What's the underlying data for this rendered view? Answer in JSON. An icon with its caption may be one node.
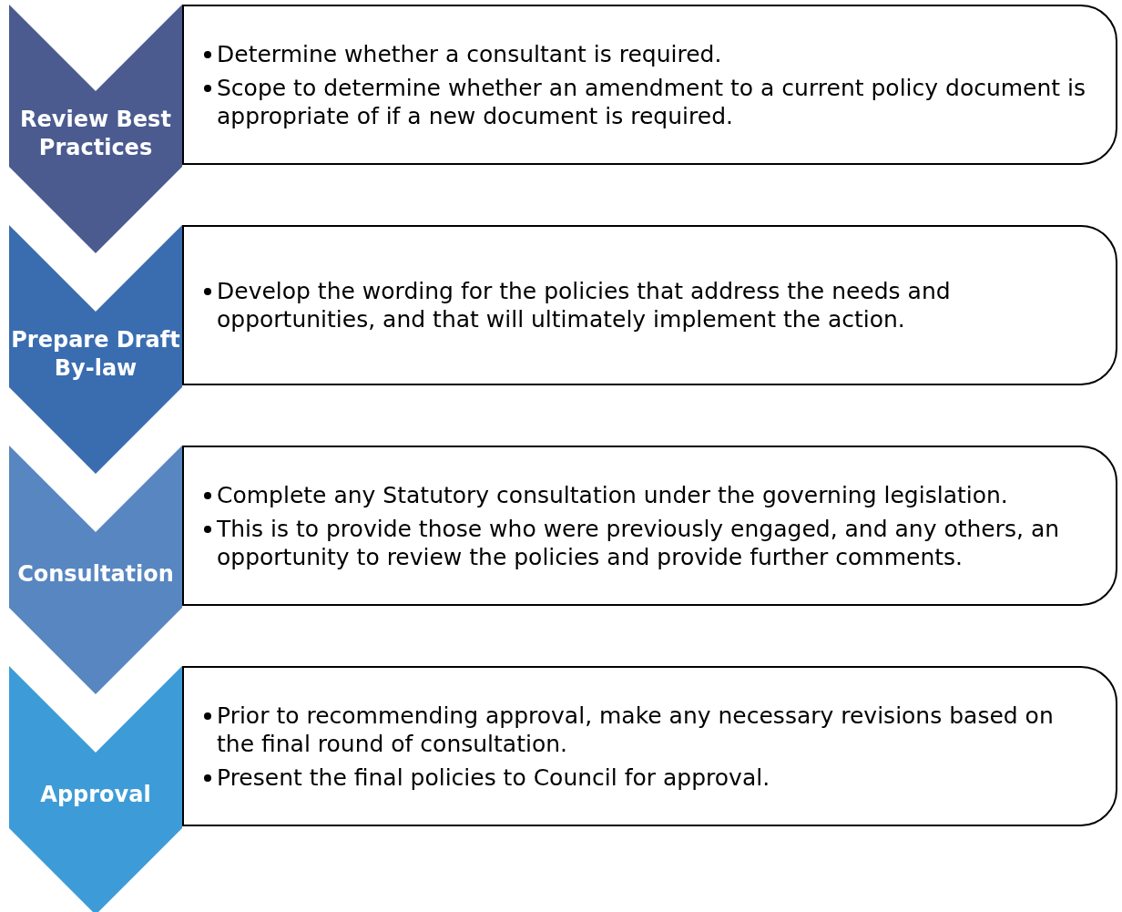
{
  "diagram": {
    "nodes": [
      {
        "text": [
          "Review Best Practices"
        ]
      },
      {
        "text": [
          "Determine whether a consultant is required.",
          "Scope to determine whether an amendment to a current policy document is appropriate of if a new document is required."
        ]
      },
      {
        "text": [
          "Prepare Draft By-law"
        ]
      },
      {
        "text": [
          "Develop the wording for the policies that address the needs and opportunities, and that will ultimately implement the action."
        ]
      },
      {
        "text": [
          "Consultation"
        ]
      },
      {
        "text": [
          "Complete any Statutory consultation under the governing legislation.",
          "This is to provide those who were previously engaged, and any others, an opportunity to review the policies and provide further comments."
        ]
      },
      {
        "text": [
          "Approval"
        ]
      },
      {
        "text": [
          "Prior to recommending approval, make any necessary revisions based on the final round of consultation.",
          "Present the final policies to Council for approval."
        ]
      }
    ],
    "edges": []
  }
}
